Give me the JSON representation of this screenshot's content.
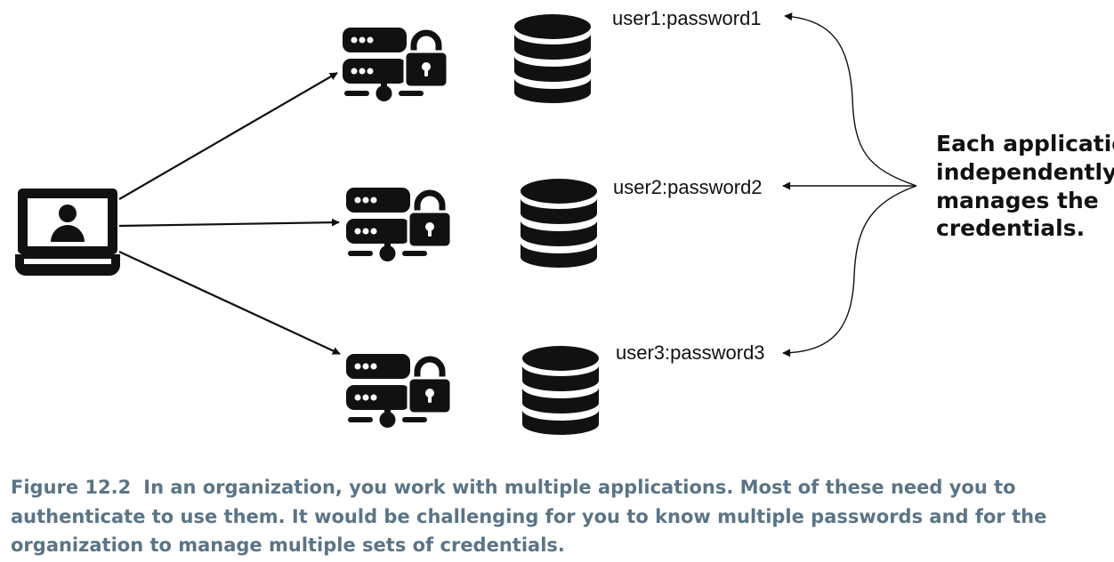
{
  "credentials": [
    {
      "label": "user1:password1"
    },
    {
      "label": "user2:password2"
    },
    {
      "label": "user3:password3"
    }
  ],
  "note": {
    "lines": [
      "Each application",
      "independently",
      "manages the",
      "credentials."
    ]
  },
  "caption": {
    "figure_number": "Figure 12.2",
    "text": "In an organization, you work with multiple applications. Most of these need you to authenticate to use them. It would be challenging for you to know multiple passwords and for the organization to manage multiple sets of credentials."
  },
  "icons": {
    "laptop": "laptop-user-icon",
    "server": "server-lock-icon",
    "database": "database-icon"
  },
  "colors": {
    "ink": "#111111",
    "caption": "#5b7486"
  }
}
